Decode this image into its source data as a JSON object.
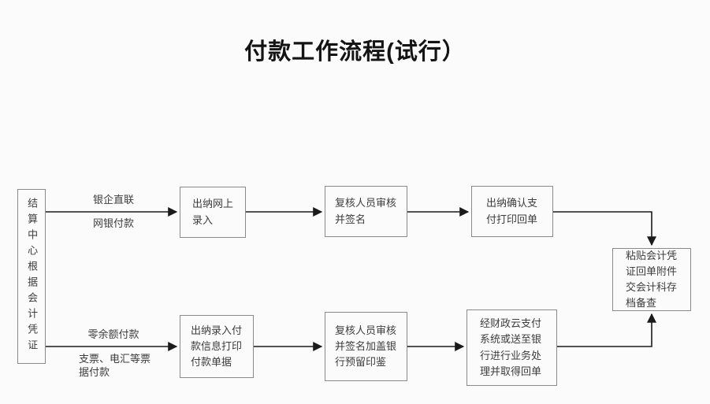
{
  "title": "付款工作流程(试行）",
  "source_box": "结算中心根据会计凭证",
  "top_branch": {
    "label_above": "银企直联",
    "label_below": "网银付款",
    "step1": "出纳网上录入",
    "step2": "复核人员审核并签名",
    "step3": "出纳确认支付打印回单"
  },
  "bottom_branch": {
    "label_above": "零余额付款",
    "label_below": "支票、电汇等票据付款",
    "step1": "出纳录入付款信息打印付款单据",
    "step2": "复核人员审核并签名加盖银行预留印鉴",
    "step3": "经财政云支付系统或送至银行进行业务处理并取得回单"
  },
  "sink_box": "粘贴会计凭证回单附件交会计科存档备查",
  "colors": {
    "background": "#fbfbfb",
    "box_border": "#8a8a8a",
    "text": "#3d3d3d",
    "arrow": "#1a1a1a",
    "title_text": "#141414"
  }
}
